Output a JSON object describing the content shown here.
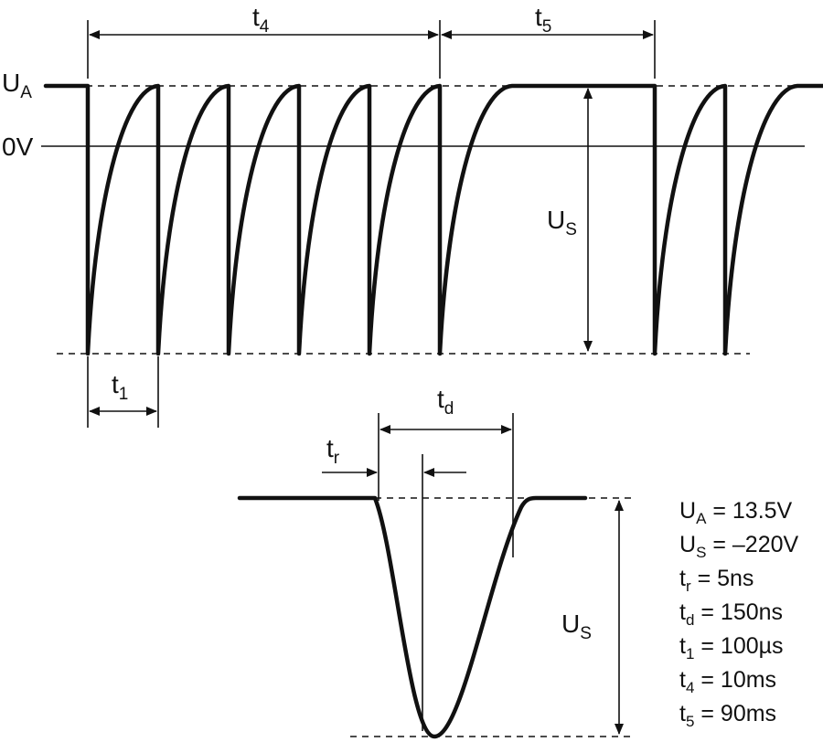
{
  "top": {
    "label_ua": {
      "main": "U",
      "sub": "A"
    },
    "label_0v": "0V",
    "label_us": {
      "main": "U",
      "sub": "S"
    },
    "label_t1": {
      "main": "t",
      "sub": "1"
    },
    "label_t4": {
      "main": "t",
      "sub": "4"
    },
    "label_t5": {
      "main": "t",
      "sub": "5"
    }
  },
  "bottom": {
    "label_td": {
      "main": "t",
      "sub": "d"
    },
    "label_tr": {
      "main": "t",
      "sub": "r"
    },
    "label_us": {
      "main": "U",
      "sub": "S"
    }
  },
  "params": [
    {
      "sym": "U",
      "sub": "A",
      "val": " = 13.5V"
    },
    {
      "sym": "U",
      "sub": "S",
      "val": " = –220V"
    },
    {
      "sym": "t",
      "sub": "r",
      "val": " = 5ns"
    },
    {
      "sym": "t",
      "sub": "d",
      "val": " = 150ns"
    },
    {
      "sym": "t",
      "sub": "1",
      "val": " = 100µs"
    },
    {
      "sym": "t",
      "sub": "4",
      "val": " = 10ms"
    },
    {
      "sym": "t",
      "sub": "5",
      "val": " = 90ms"
    }
  ]
}
